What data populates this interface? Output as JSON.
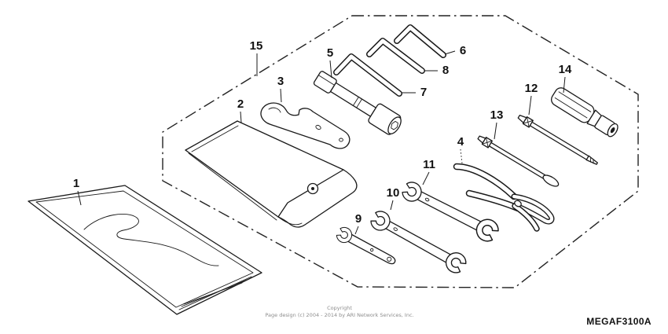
{
  "diagram": {
    "code": "MEGAF3100A",
    "copyright_line1": "Copyright",
    "copyright_line2": "Page design (c) 2004 - 2014 by ARI Network Services, Inc.",
    "line_color": "#1a1a1a",
    "background_color": "#ffffff"
  },
  "callouts": [
    {
      "ref": "1"
    },
    {
      "ref": "2"
    },
    {
      "ref": "3"
    },
    {
      "ref": "4"
    },
    {
      "ref": "5"
    },
    {
      "ref": "6"
    },
    {
      "ref": "7"
    },
    {
      "ref": "8"
    },
    {
      "ref": "9"
    },
    {
      "ref": "10"
    },
    {
      "ref": "11"
    },
    {
      "ref": "12"
    },
    {
      "ref": "13"
    },
    {
      "ref": "14"
    },
    {
      "ref": "15"
    }
  ]
}
